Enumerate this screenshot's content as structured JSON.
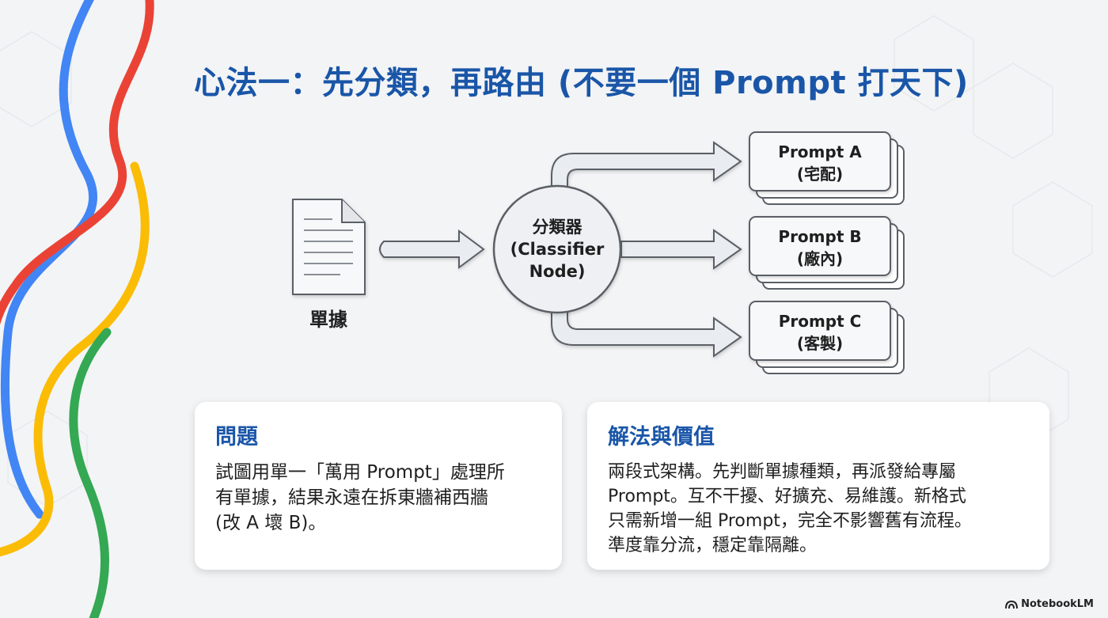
{
  "title": "心法一：先分類，再路由 (不要一個 Prompt 打天下)",
  "diagram": {
    "input_label": "單據",
    "classifier_lines": [
      "分類器",
      "(Classifier",
      "Node)"
    ],
    "prompts": [
      {
        "name": "Prompt A",
        "sub": "(宅配)"
      },
      {
        "name": "Prompt B",
        "sub": "(廠內)"
      },
      {
        "name": "Prompt C",
        "sub": "(客製)"
      }
    ]
  },
  "problem_card": {
    "heading": "問題",
    "lines": [
      "試圖用單一「萬用 Prompt」處理所",
      "有單據，結果永遠在拆東牆補西牆",
      "(改 A 壞 B)。"
    ]
  },
  "solution_card": {
    "heading": "解法與價值",
    "lines": [
      "兩段式架構。先判斷單據種類，再派發給專屬",
      "Prompt。互不干擾、好擴充、易維護。新格式",
      "只需新增一組 Prompt，完全不影響舊有流程。",
      "準度靠分流，穩定靠隔離。"
    ]
  },
  "brand": "NotebookLM",
  "colors": {
    "title": "#1a56a8",
    "ribbon_blue": "#4285f4",
    "ribbon_red": "#ea4335",
    "ribbon_yellow": "#fbbc05",
    "ribbon_green": "#34a853"
  }
}
